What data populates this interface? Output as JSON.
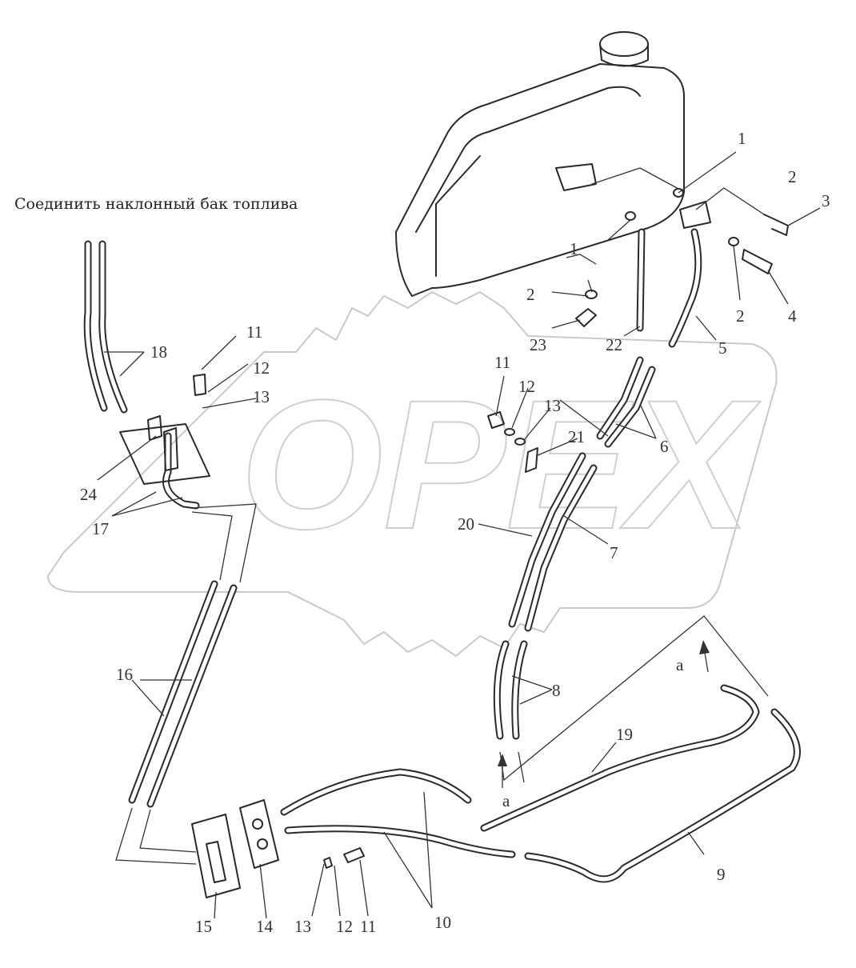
{
  "caption": "Соединить наклонный бак топлива",
  "arrow_label": "a",
  "watermark": "OPEX",
  "callouts": [
    "1",
    "1",
    "2",
    "2",
    "2",
    "3",
    "4",
    "5",
    "6",
    "7",
    "8",
    "9",
    "10",
    "11",
    "12",
    "13",
    "11",
    "12",
    "13",
    "11",
    "12",
    "13",
    "14",
    "15",
    "16",
    "17",
    "18",
    "19",
    "20",
    "21",
    "22",
    "23",
    "24"
  ]
}
